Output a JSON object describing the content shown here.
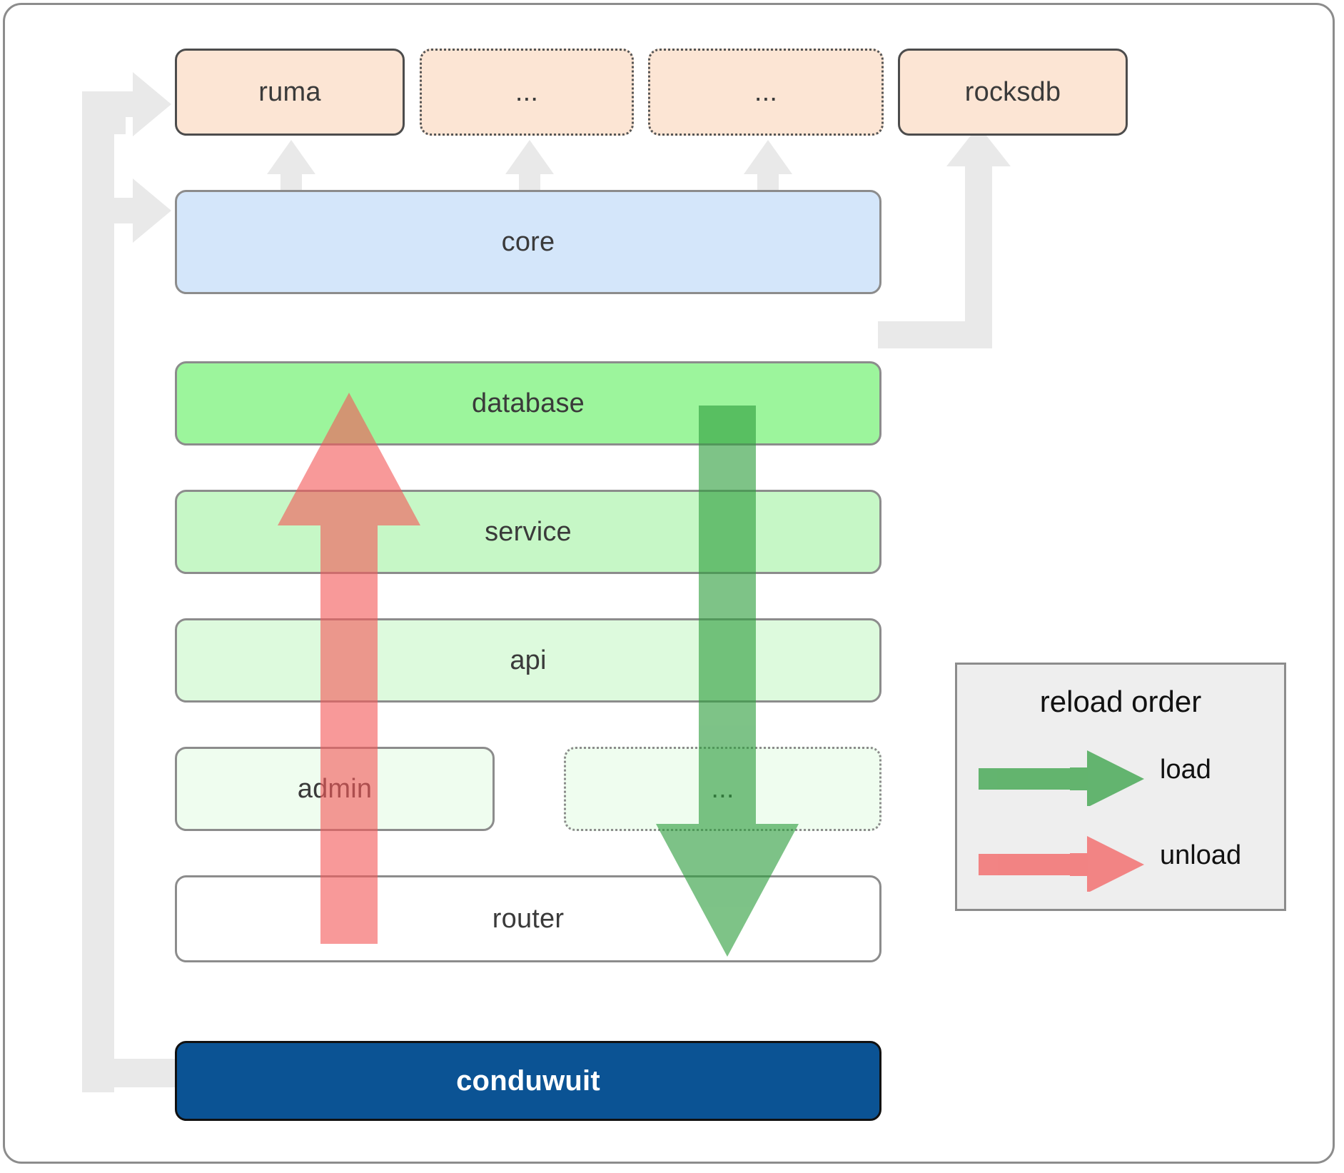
{
  "diagram": {
    "title": "conduwuit module / reload order architecture",
    "colors": {
      "dependency_fill": "#fce5d4",
      "dependency_border": "#4c4c4c",
      "core_fill": "#d4e6fa",
      "core_border": "#8c8c8c",
      "database_fill": "#9cf59c",
      "service_fill": "#c6f7c6",
      "api_fill": "#ddfadd",
      "admin_fill": "#effdef",
      "router_fill": "#ffffff",
      "conduwuit_fill": "#0b5394",
      "conduwuit_text": "#ffffff",
      "load_arrow": "#4caf50",
      "unload_arrow": "#f98080",
      "connector_gray": "#e8e8e8",
      "frame_border": "#8c8c8c"
    }
  },
  "dependencies": [
    {
      "id": "ruma",
      "label": "ruma",
      "border": "solid"
    },
    {
      "id": "dots1",
      "label": "...",
      "border": "dotted"
    },
    {
      "id": "dots2",
      "label": "...",
      "border": "dotted"
    },
    {
      "id": "rocksdb",
      "label": "rocksdb",
      "border": "solid"
    }
  ],
  "core": {
    "label": "core"
  },
  "layers": [
    {
      "id": "database",
      "label": "database"
    },
    {
      "id": "service",
      "label": "service"
    },
    {
      "id": "api",
      "label": "api"
    },
    {
      "id": "admin",
      "label": "admin"
    },
    {
      "id": "dots",
      "label": "..."
    },
    {
      "id": "router",
      "label": "router"
    }
  ],
  "binary": {
    "label": "conduwuit"
  },
  "legend": {
    "title": "reload order",
    "items": [
      {
        "id": "load",
        "label": "load",
        "color": "#4caf50"
      },
      {
        "id": "unload",
        "label": "unload",
        "color": "#f98080"
      }
    ]
  },
  "flows": {
    "load": {
      "label": "load",
      "direction": "top-to-bottom",
      "from": "database",
      "to": "router"
    },
    "unload": {
      "label": "unload",
      "direction": "bottom-to-top",
      "from": "router",
      "to": "database"
    }
  }
}
